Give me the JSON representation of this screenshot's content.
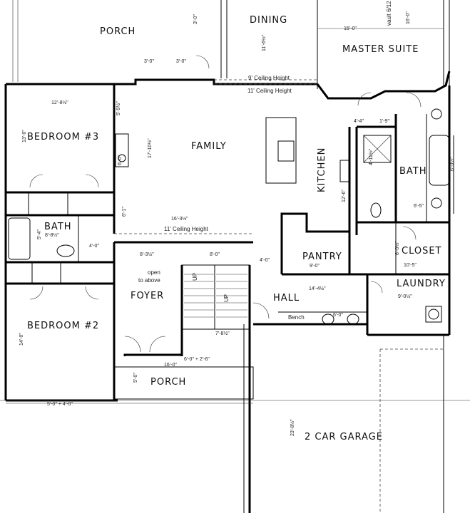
{
  "rooms": {
    "porch_top": "PORCH",
    "dining": "DINING",
    "master_suite": "MASTER SUITE",
    "bedroom3": "BEDROOM #3",
    "family": "FAMILY",
    "kitchen": "KITCHEN",
    "bath_master": "BATH",
    "bath_hall": "BATH",
    "pantry": "PANTRY",
    "closet": "CLOSET",
    "foyer": "FOYER",
    "hall": "HALL",
    "laundry": "LAUNDRY",
    "bedroom2": "BEDROOM #2",
    "porch_front": "PORCH",
    "garage": "2 CAR GARAGE"
  },
  "notes": {
    "ceiling_9": "9' Ceiling Height",
    "ceiling_11_top": "11' Ceiling Height",
    "ceiling_11_family": "11' Ceiling Height",
    "open_to_above_1": "open",
    "open_to_above_2": "to above",
    "bench": "Bench",
    "up1": "UP",
    "up2": "UP",
    "vault": "vault 6/12"
  },
  "dims": {
    "bed3_width": "12'-8½\"",
    "bed3_depth": "13'-0\"",
    "family_depth": "17'-10½\"",
    "family_width": "16'-3½\"",
    "master_width": "15'-0\"",
    "master_depth": "16'-0\"",
    "dining_depth": "11'-6½\"",
    "porch_top_1": "3'-0\"",
    "porch_top_2": "3'-0\"",
    "porch_top_3": "3'-0\"",
    "bath_hall_w": "8'-8½\"",
    "bath_hall_side": "5'-4\"",
    "hall_w": "4'-0\"",
    "foyer_w1": "8'-3½\"",
    "foyer_w2": "8'-0\"",
    "hall_w2": "4'-0\"",
    "pantry_w": "9'-0\"",
    "closet_w": "10'-5\"",
    "closet_d": "6'-0½\"",
    "bath_master_w": "6'-5\"",
    "bath_master_d": "6'-0½\"",
    "hall_len": "14'-4½\"",
    "laundry_w": "9'-0½\"",
    "bench_w": "6'-0\"",
    "stair_w": "7'-8½\"",
    "bed2_depth": "14'-0\"",
    "porch_front_w": "16'-0\"",
    "porch_front_d": "5'-0\"",
    "garage_d": "23'-8½\"",
    "kitchen_d": "12'-6\"",
    "family_side": "5'-9½\"",
    "walk_in": "4'-11½\"",
    "m1": "4'-4\"",
    "m2": "1'-9\"",
    "bath3_w": "6'-1\"",
    "vanity": "6'-0\"",
    "bottom_left": "5'-0\" + 4'-0\"",
    "front_door": "6'-0\" + 2'-6\""
  }
}
